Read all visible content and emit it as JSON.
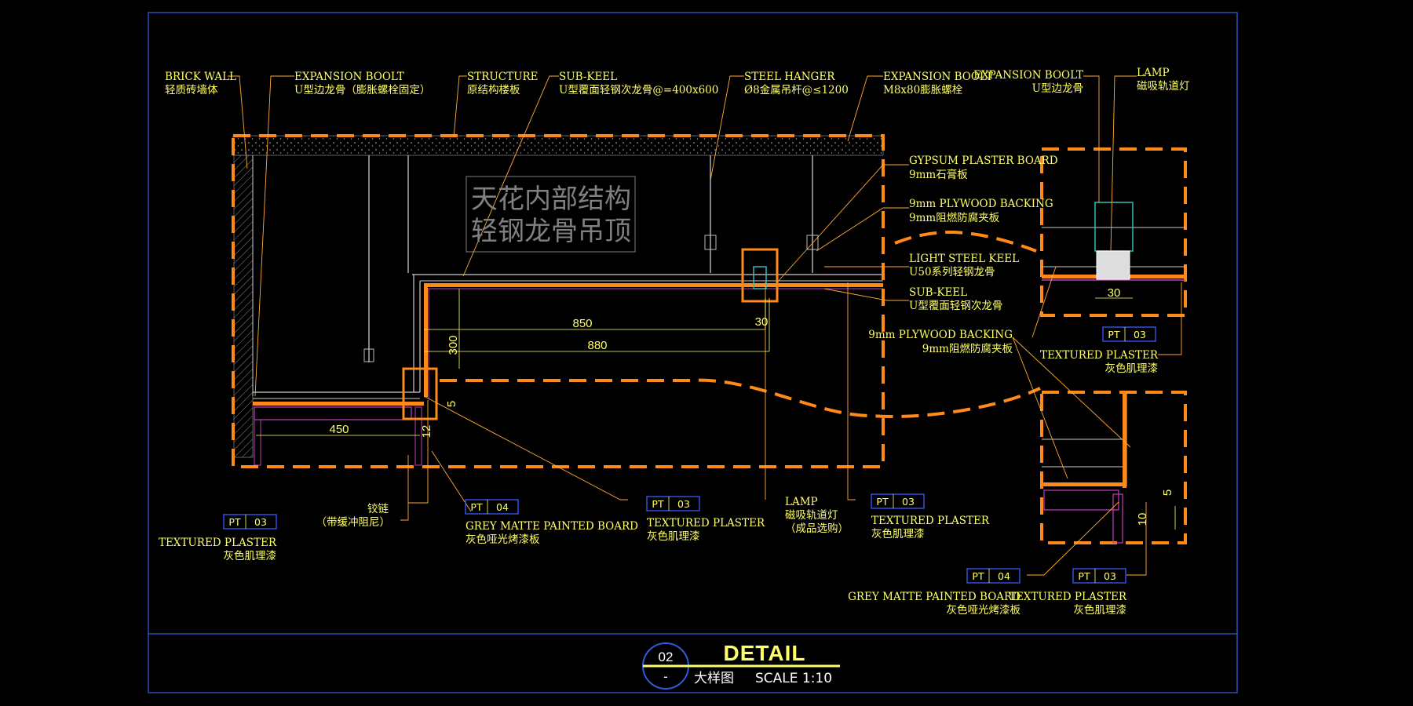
{
  "colors": {
    "background": "#000000",
    "frame": "#2f5bd6",
    "orange": "#ff8a1a",
    "yellow": "#ffff66",
    "grey": "#9a9a9a",
    "magenta": "#c040c0",
    "cyan": "#33bbbb"
  },
  "watermark": {
    "line1": "天花内部结构",
    "line2": "轻钢龙骨吊顶"
  },
  "title": {
    "main": "DETAIL",
    "sub": "大样图",
    "scale": "SCALE 1:10",
    "number": "02",
    "sheet": "-"
  },
  "labels": {
    "brick_wall": {
      "en": "BRICK WALL",
      "cn": "轻质砖墙体"
    },
    "expansion_bolt_1": {
      "en": "EXPANSION BOOLT",
      "cn": "U型边龙骨（膨胀螺栓固定）"
    },
    "structure": {
      "en": "STRUCTURE",
      "cn": "原结构楼板"
    },
    "sub_keel_top": {
      "en": "SUB-KEEL",
      "cn": "U型覆面轻钢次龙骨@=400x600"
    },
    "steel_hanger": {
      "en": "STEEL HANGER",
      "cn": "Ø8金属吊杆@≤1200"
    },
    "expansion_bolt_2": {
      "en": "EXPANSION BOOLT",
      "cn": "M8x80膨胀螺栓"
    },
    "expansion_bolt_3": {
      "en": "EXPANSION BOOLT",
      "cn": "U型边龙骨"
    },
    "lamp_top": {
      "en": "LAMP",
      "cn": "磁吸轨道灯"
    },
    "gypsum": {
      "en": "GYPSUM PLASTER BOARD",
      "cn": "9mm石膏板"
    },
    "plywood_1": {
      "en": "9mm PLYWOOD BACKING",
      "cn": "9mm阻燃防腐夹板"
    },
    "light_keel": {
      "en": "LIGHT STEEL KEEL",
      "cn": "U50系列轻钢龙骨"
    },
    "sub_keel_right": {
      "en": "SUB-KEEL",
      "cn": "U型覆面轻钢次龙骨"
    },
    "plywood_2": {
      "en": "9mm PLYWOOD BACKING",
      "cn": "9mm阻燃防腐夹板"
    },
    "textured_right": {
      "en": "TEXTURED PLASTER",
      "cn": "灰色肌理漆"
    },
    "hinge": {
      "cn1": "铰链",
      "cn2": "（带缓冲阻尼）"
    },
    "textured_left": {
      "en": "TEXTURED PLASTER",
      "cn": "灰色肌理漆"
    },
    "grey_board_1": {
      "en": "GREY MATTE PAINTED BOARD",
      "cn": "灰色哑光烤漆板"
    },
    "textured_mid": {
      "en": "TEXTURED PLASTER",
      "cn": "灰色肌理漆"
    },
    "lamp_bottom": {
      "en": "LAMP",
      "cn1": "磁吸轨道灯",
      "cn2": "（成品选购）"
    },
    "textured_mid2": {
      "en": "TEXTURED PLASTER",
      "cn": "灰色肌理漆"
    },
    "grey_board_2": {
      "en": "GREY MATTE PAINTED BOARD",
      "cn": "灰色哑光烤漆板"
    },
    "textured_br": {
      "en": "TEXTURED PLASTER",
      "cn": "灰色肌理漆"
    }
  },
  "tags": {
    "pt": "PT",
    "t1": "03",
    "t2": "04",
    "t3": "03",
    "t4": "03",
    "t5": "03",
    "t6": "04",
    "t7": "03"
  },
  "dimensions": {
    "d850": "850",
    "d880": "880",
    "d30": "30",
    "d300": "300",
    "d450": "450",
    "d12": "12",
    "d5": "5",
    "d30b": "30",
    "d5b": "5",
    "d10": "10"
  }
}
